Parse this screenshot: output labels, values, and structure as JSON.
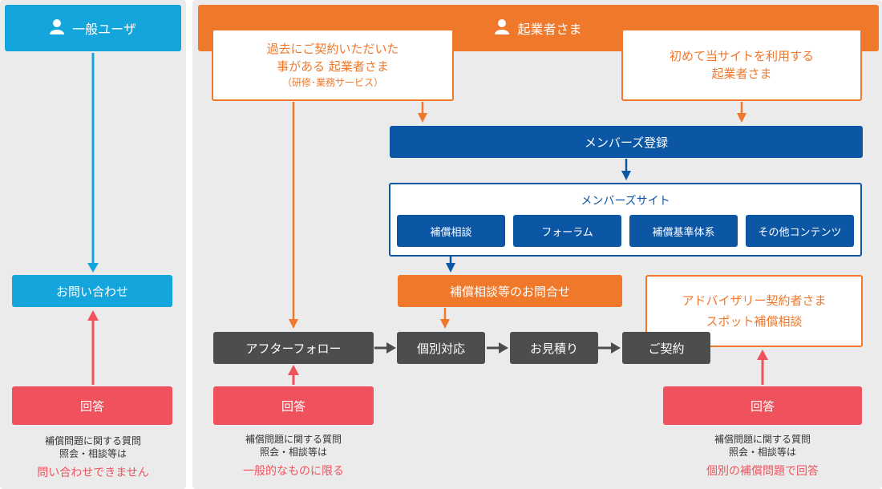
{
  "left": {
    "header": "一般ユーザ",
    "inquiry": "お問い合わせ",
    "answer": "回答",
    "note_line1": "補償問題に関する質問",
    "note_line2": "照会・相談等は",
    "note_emphasis": "問い合わせできません"
  },
  "main": {
    "header": "起業者さま",
    "past_client": {
      "line1": "過去にご契約いただいた",
      "line2": "事がある 起業者さま",
      "line3": "（研修･業務サービス）"
    },
    "first_time": {
      "line1": "初めて当サイトを利用する",
      "line2": "起業者さま"
    },
    "member_registration": "メンバーズ登録",
    "members_site": {
      "title": "メンバーズサイト",
      "items": [
        "補償相談",
        "フォーラム",
        "補償基準体系",
        "その他コンテンツ"
      ]
    },
    "consult_inquiry": "補償相談等のお問合せ",
    "advisory": {
      "line1": "アドバイザリー契約者さま",
      "line2": "スポット補償相談"
    },
    "flow": [
      "アフターフォロー",
      "個別対応",
      "お見積り",
      "ご契約"
    ],
    "answer_mid": {
      "label": "回答",
      "note_line1": "補償問題に関する質問",
      "note_line2": "照会・相談等は",
      "note_emphasis": "一般的なものに限る"
    },
    "answer_right": {
      "label": "回答",
      "note_line1": "補償問題に関する質問",
      "note_line2": "照会・相談等は",
      "note_emphasis": "個別の補償問題で回答"
    }
  },
  "colors": {
    "orange": "#f0782a",
    "blue": "#0b57a6",
    "sky": "#15a5dd",
    "gray": "#4d4d4d",
    "red": "#f0525d",
    "panel": "#ebebeb"
  }
}
